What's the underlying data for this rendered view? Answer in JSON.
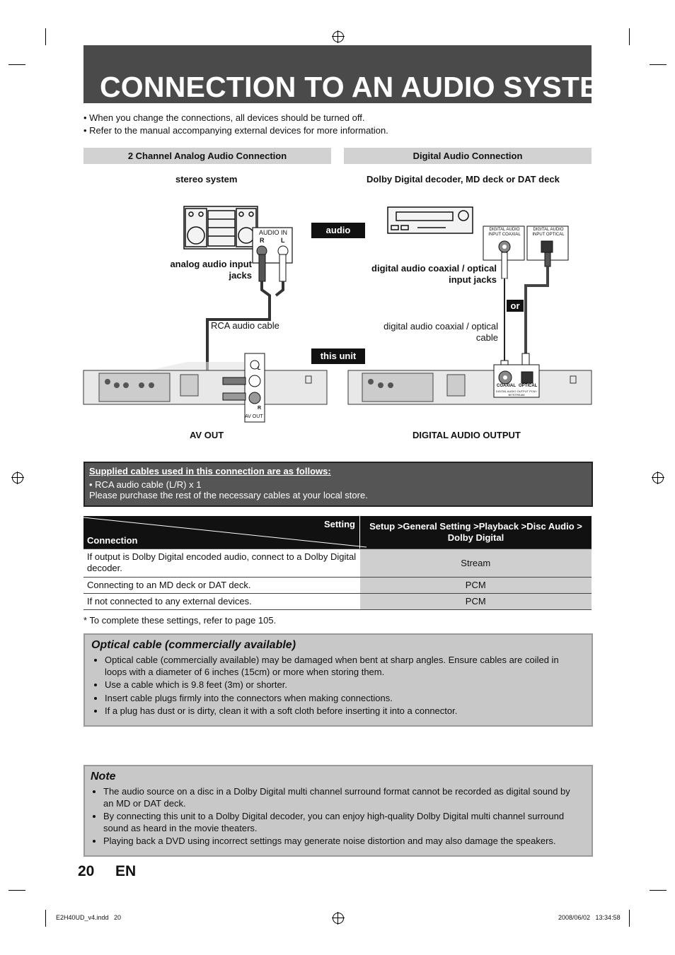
{
  "page_title": "CONNECTION TO AN AUDIO SYSTEM",
  "intro": [
    "• When you change the connections, all devices should be turned off.",
    "• Refer to the manual accompanying external devices for more information."
  ],
  "sections": {
    "analog": "2 Channel Analog Audio Connection",
    "digital": "Digital Audio Connection"
  },
  "diagram": {
    "stereo_system": "stereo system",
    "dolby_devices": "Dolby Digital decoder, MD deck or DAT deck",
    "audio_badge": "audio",
    "this_unit_badge": "this unit",
    "or_badge": "or",
    "analog_jacks": "analog audio input jacks",
    "digital_jacks": "digital audio coaxial / optical input jacks",
    "rca_cable": "RCA audio cable",
    "digital_cable": "digital audio coaxial / optical cable",
    "av_out": "AV OUT",
    "digital_output": "DIGITAL AUDIO OUTPUT",
    "audio_in": "AUDIO IN",
    "r": "R",
    "l": "L",
    "dig_in_coax": "DIGITAL AUDIO INPUT COAXIAL",
    "dig_in_opt": "DIGITAL AUDIO INPUT OPTICAL",
    "av_out_small": "AV OUT",
    "coaxial": "COAXIAL",
    "optical": "OPTICAL",
    "dig_out_small": "DIGITAL AUDIO OUTPUT PCM / BITSTREAM"
  },
  "supplied": {
    "heading": "Supplied cables used in this connection are as follows:",
    "item": "• RCA audio cable (L/R) x 1",
    "note": "Please purchase the rest of the necessary cables at your local store."
  },
  "table": {
    "setting_label": "Setting",
    "connection_label": "Connection",
    "column_header": "Setup >General Setting >Playback >Disc Audio > Dolby Digital",
    "rows": [
      {
        "connection": "If output is Dolby Digital encoded audio, connect to a Dolby Digital decoder.",
        "value": "Stream"
      },
      {
        "connection": "Connecting to an MD deck or DAT deck.",
        "value": "PCM"
      },
      {
        "connection": "If not connected to any external devices.",
        "value": "PCM"
      }
    ],
    "footnote": "* To complete these settings, refer to page 105."
  },
  "optical_box": {
    "title": "Optical cable (commercially available)",
    "items": [
      "Optical cable (commercially available) may be damaged when bent at sharp angles. Ensure cables are coiled in loops with a diameter of 6 inches (15cm) or more when storing them.",
      "Use a cable which is 9.8 feet (3m) or shorter.",
      "Insert cable plugs firmly into the connectors when making connections.",
      "If a plug has dust or is dirty, clean it with a soft cloth before inserting it into a connector."
    ]
  },
  "note_box": {
    "title": "Note",
    "items": [
      "The audio source on a disc in a Dolby Digital multi channel surround format cannot be recorded as digital sound by an MD or DAT deck.",
      "By connecting this unit to a Dolby Digital decoder, you can enjoy high-quality Dolby Digital multi channel surround sound as heard in the movie theaters.",
      "Playing back a DVD using incorrect settings may generate noise distortion and may also damage the speakers."
    ]
  },
  "page_number": "20",
  "language": "EN",
  "footer": {
    "file": "E2H40UD_v4.indd   20",
    "timestamp": "2008/06/02   13:34:58"
  }
}
